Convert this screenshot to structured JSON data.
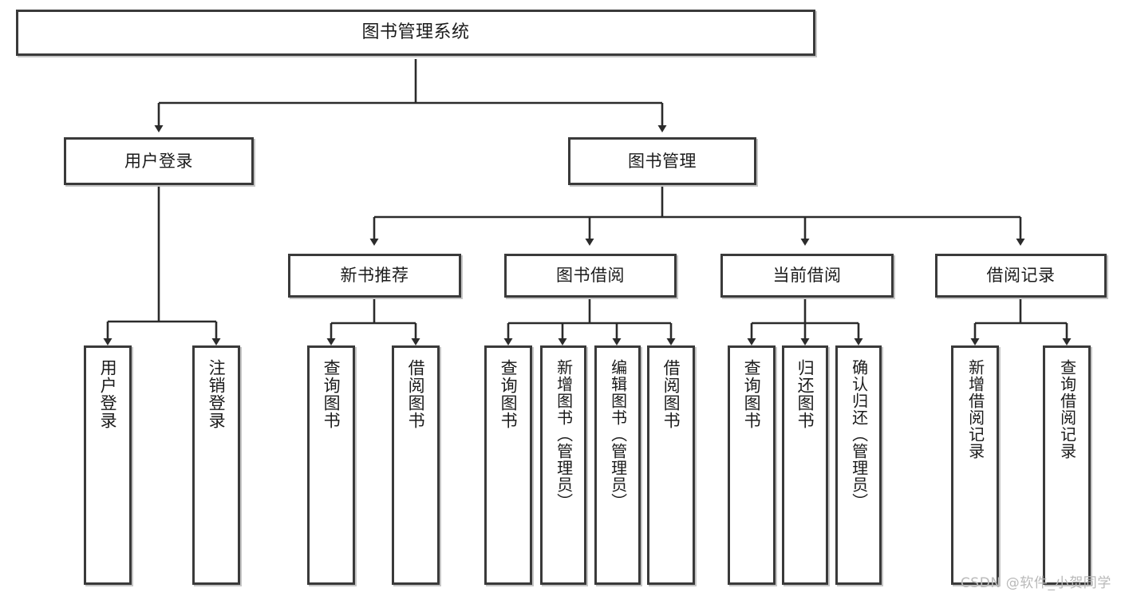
{
  "diagram": {
    "title": "图书管理系统",
    "type": "tree",
    "watermark": "CSDN @软件_小贺同学",
    "colors": {
      "box_border": "#3a3a3a",
      "box_fill": "#ffffff",
      "edge": "#2b2b2b",
      "text": "#1b1b1b",
      "watermark": "#b9b9b9"
    },
    "nodes": {
      "root": {
        "label": "图书管理系统"
      },
      "level2": [
        {
          "id": "user-login",
          "label": "用户登录"
        },
        {
          "id": "book-manage",
          "label": "图书管理"
        }
      ],
      "level3": [
        {
          "id": "new-book-rec",
          "label": "新书推荐"
        },
        {
          "id": "book-borrow",
          "label": "图书借阅"
        },
        {
          "id": "current-borrow",
          "label": "当前借阅"
        },
        {
          "id": "borrow-record",
          "label": "借阅记录"
        }
      ],
      "leaves": {
        "user_login": [
          {
            "id": "leaf-user-login",
            "label": "用户登录"
          },
          {
            "id": "leaf-logout",
            "label": "注销登录"
          }
        ],
        "new_book_rec": [
          {
            "id": "leaf-query-book-1",
            "label": "查询图书"
          },
          {
            "id": "leaf-borrow-book-1",
            "label": "借阅图书"
          }
        ],
        "book_borrow": [
          {
            "id": "leaf-query-book-2",
            "label": "查询图书"
          },
          {
            "id": "leaf-add-book",
            "label": "新增图书（管理员）"
          },
          {
            "id": "leaf-edit-book",
            "label": "编辑图书（管理员）"
          },
          {
            "id": "leaf-borrow-book-2",
            "label": "借阅图书"
          }
        ],
        "current_borrow": [
          {
            "id": "leaf-query-book-3",
            "label": "查询图书"
          },
          {
            "id": "leaf-return-book",
            "label": "归还图书"
          },
          {
            "id": "leaf-confirm-return",
            "label": "确认归还（管理员）"
          }
        ],
        "borrow_record": [
          {
            "id": "leaf-add-record",
            "label": "新增借阅记录"
          },
          {
            "id": "leaf-query-record",
            "label": "查询借阅记录"
          }
        ]
      }
    }
  }
}
